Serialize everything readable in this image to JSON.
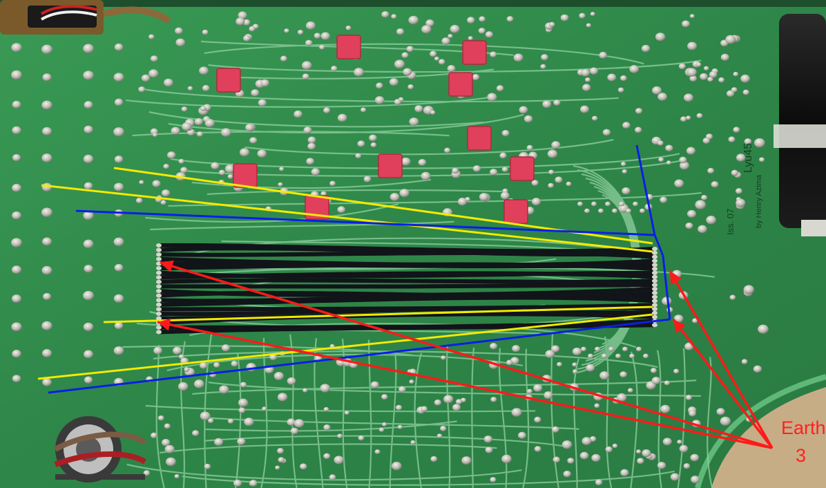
{
  "photo": {
    "subject": "green circuit board with ribbon of black jumper wires",
    "silkscreen": {
      "issue": "Iss. 07",
      "maker": "by Henry Azima",
      "model": "Lyu45"
    }
  },
  "annotations": {
    "earth_label": "Earth",
    "earth_count": "3",
    "colors": {
      "yellow": "#f4ea00",
      "blue": "#0a1ee8",
      "red": "#ff1a1a"
    }
  },
  "colors": {
    "board": "#2f8a4a",
    "board_light": "#4aa466",
    "trace": "#8fd0a0",
    "solder": "#c8c8c0",
    "capacitor": "#e0405c",
    "wire": "#111418",
    "speaker_cone": "#c7ad86",
    "electrolytic": "#121212"
  }
}
